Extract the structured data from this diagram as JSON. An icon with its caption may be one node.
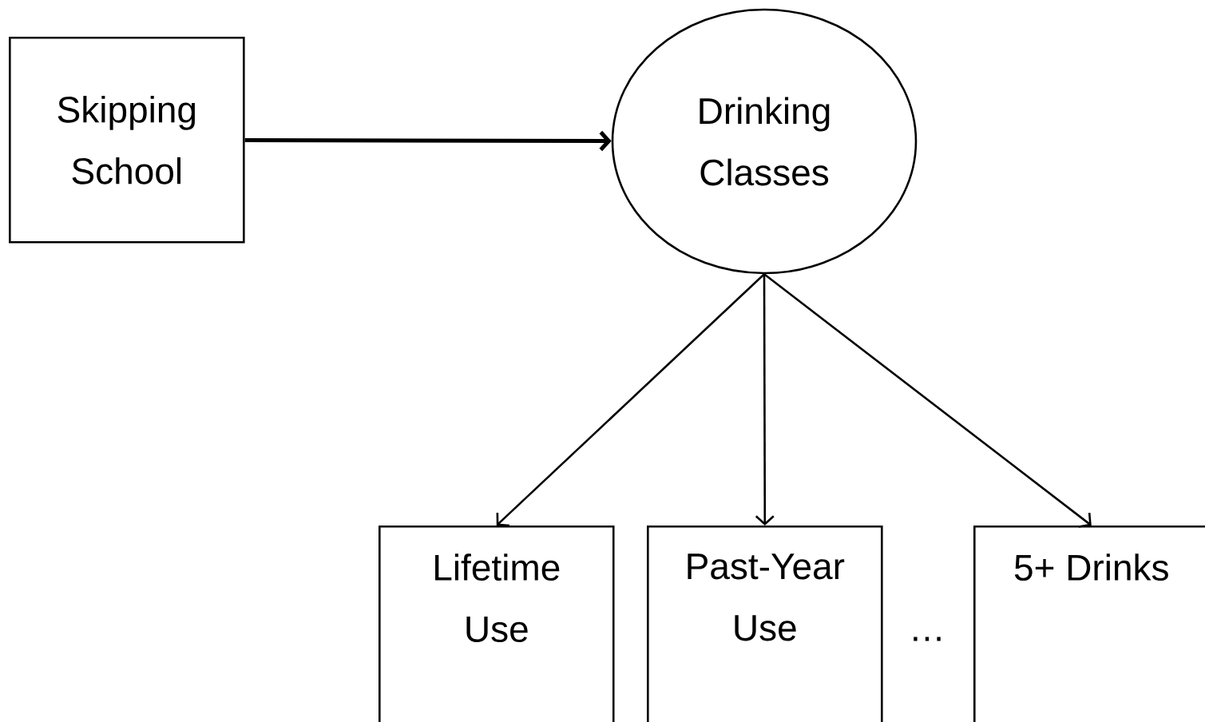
{
  "diagram": {
    "nodes": [
      {
        "text": [
          "Skipping School"
        ]
      },
      {
        "text": [
          "Drinking Classes"
        ]
      },
      {
        "text": [
          "Lifetime Use"
        ]
      },
      {
        "text": [
          "Past-Year Use"
        ]
      },
      {
        "text": [
          "5+ Drinks"
        ]
      }
    ],
    "edges": [
      {
        "from": 0,
        "to": 1,
        "arrow": "to",
        "style": "thick"
      },
      {
        "from": 1,
        "to": 2,
        "arrow": "to"
      },
      {
        "from": 1,
        "to": 3,
        "arrow": "to"
      },
      {
        "from": 1,
        "to": 4,
        "arrow": "to"
      }
    ],
    "labels": [
      "…"
    ]
  }
}
